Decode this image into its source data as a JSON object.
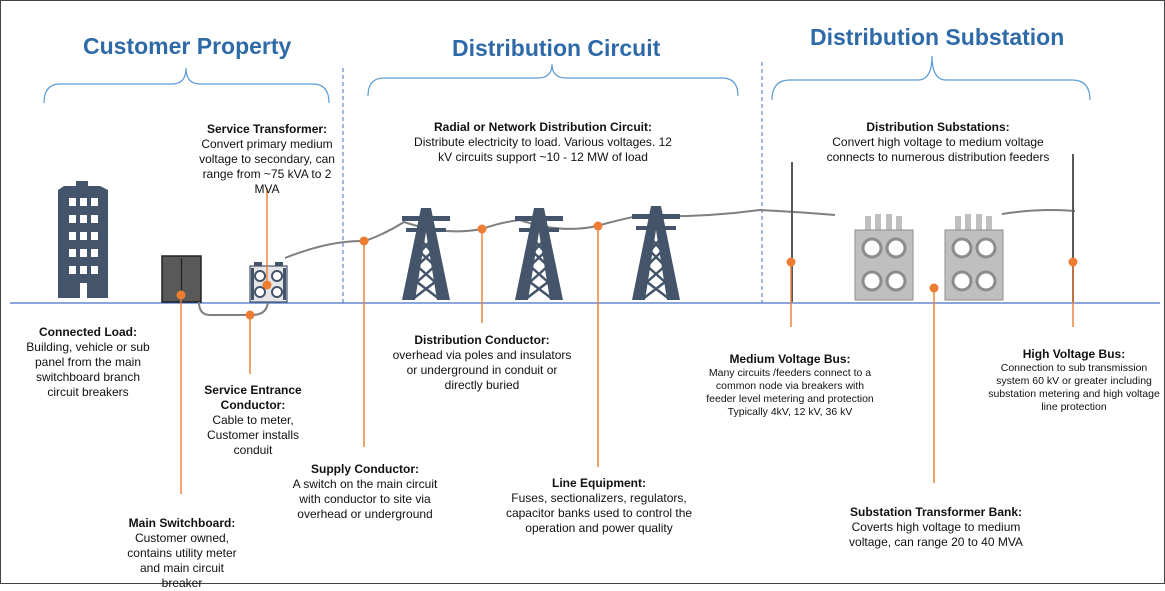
{
  "sections": {
    "customer": "Customer Property",
    "circuit": "Distribution Circuit",
    "substation": "Distribution Substation"
  },
  "labels": {
    "service_transformer": {
      "title": "Service Transformer:",
      "desc": "Convert primary medium voltage to secondary, can range from ~75 kVA to 2 MVA"
    },
    "radial": {
      "title": "Radial or Network Distribution Circuit:",
      "desc": "Distribute electricity to load. Various voltages. 12 kV circuits support ~10 - 12 MW of load"
    },
    "dist_substations": {
      "title": "Distribution Substations:",
      "desc": "Convert high voltage to medium voltage connects to numerous distribution feeders"
    },
    "connected_load": {
      "title": "Connected Load:",
      "desc": "Building, vehicle or sub panel from the main switchboard branch circuit breakers"
    },
    "service_entrance": {
      "title": "Service Entrance Conductor:",
      "desc": "Cable to meter, Customer installs conduit"
    },
    "main_switchboard": {
      "title": "Main Switchboard:",
      "desc": "Customer owned, contains utility meter and main circuit breaker"
    },
    "supply_conductor": {
      "title": "Supply Conductor:",
      "desc": "A switch on the main circuit with conductor to site via overhead or underground"
    },
    "distribution_conductor": {
      "title": "Distribution Conductor:",
      "desc": "overhead via poles and insulators or underground in conduit or directly buried"
    },
    "line_equipment": {
      "title": "Line Equipment:",
      "desc": "Fuses, sectionalizers, regulators, capacitor banks used to control the operation and power quality"
    },
    "medium_voltage_bus": {
      "title": "Medium Voltage Bus:",
      "desc": "Many circuits /feeders connect to a common node via breakers with feeder level metering and protection Typically 4kV, 12 kV, 36 kV"
    },
    "high_voltage_bus": {
      "title": "High Voltage Bus:",
      "desc": "Connection to sub transmission system 60 kV or greater including substation metering and high voltage line protection"
    },
    "substation_transformer_bank": {
      "title": "Substation Transformer Bank:",
      "desc": "Coverts high voltage to medium voltage, can range 20 to 40 MVA"
    }
  },
  "colors": {
    "heading": "#2f6aa8",
    "callout": "#ed7d31",
    "structure": "#44546a",
    "ground": "#4472c4",
    "bracket": "#5b9bd5"
  }
}
